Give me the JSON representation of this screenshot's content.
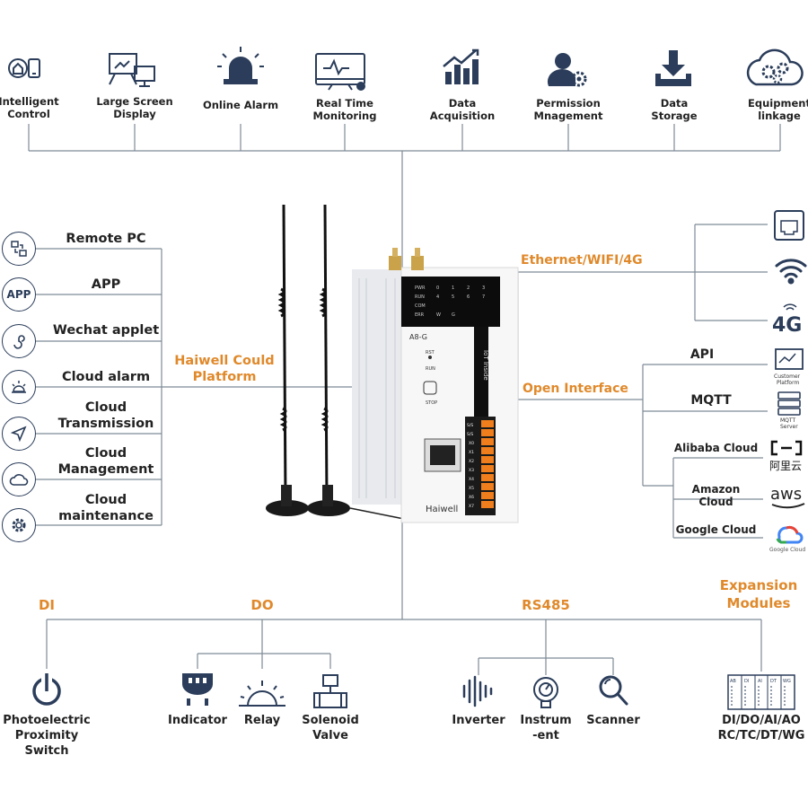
{
  "top_functions": [
    {
      "id": "intelligent-control",
      "line1": "Intelligent",
      "line2": "Control",
      "icon": "smart-home-icon"
    },
    {
      "id": "large-screen-display",
      "line1": "Large Screen",
      "line2": "Display",
      "icon": "monitor-display-icon"
    },
    {
      "id": "online-alarm",
      "line1": "Online Alarm",
      "line2": "",
      "icon": "siren-icon"
    },
    {
      "id": "real-time-monitoring",
      "line1": "Real Time",
      "line2": "Monitoring",
      "icon": "monitoring-screen-icon"
    },
    {
      "id": "data-acquisition",
      "line1": "Data",
      "line2": "Acquisition",
      "icon": "bar-chart-icon"
    },
    {
      "id": "permission-management",
      "line1": "Permission",
      "line2": "Mnagement",
      "icon": "user-gear-icon"
    },
    {
      "id": "data-storage",
      "line1": "Data",
      "line2": "Storage",
      "icon": "download-tray-icon"
    },
    {
      "id": "equipment-linkage",
      "line1": "Equipment",
      "line2": "linkage",
      "icon": "cloud-gears-icon"
    }
  ],
  "platform": {
    "title_line1": "Haiwell Could",
    "title_line2": "Platform",
    "items": [
      {
        "id": "remote-pc",
        "line1": "Remote PC",
        "line2": "",
        "icon": "remote-pc-icon"
      },
      {
        "id": "app",
        "line1": "APP",
        "line2": "",
        "icon": "app-icon",
        "icon_text": "APP"
      },
      {
        "id": "wechat-applet",
        "line1": "Wechat applet",
        "line2": "",
        "icon": "wechat-applet-icon"
      },
      {
        "id": "cloud-alarm",
        "line1": "Cloud alarm",
        "line2": "",
        "icon": "alarm-light-icon"
      },
      {
        "id": "cloud-transmission",
        "line1": "Cloud",
        "line2": "Transmission",
        "icon": "send-arrow-icon"
      },
      {
        "id": "cloud-management",
        "line1": "Cloud",
        "line2": "Management",
        "icon": "cloud-icon"
      },
      {
        "id": "cloud-maintenance",
        "line1": "Cloud",
        "line2": "maintenance",
        "icon": "gear-icon"
      }
    ]
  },
  "device": {
    "model": "A8-G",
    "brand": "Haiwell",
    "side_text": "IoT Inside",
    "leds": [
      "PWR",
      "RUN",
      "COM",
      "ERR"
    ],
    "led_numbers_row1": [
      "0",
      "1",
      "2",
      "3"
    ],
    "led_numbers_row2": [
      "4",
      "5",
      "6",
      "7"
    ],
    "led_err_extra": [
      "W",
      "G"
    ],
    "buttons": [
      "RST",
      "RUN",
      "STOP"
    ],
    "terminals": [
      "S/S",
      "S/S",
      "X0",
      "X1",
      "X2",
      "X3",
      "X4",
      "X5",
      "X6",
      "X7"
    ]
  },
  "connectivity": {
    "title": "Ethernet/WIFI/4G",
    "items": [
      {
        "id": "ethernet",
        "icon": "ethernet-port-icon",
        "text": ""
      },
      {
        "id": "wifi",
        "icon": "wifi-icon",
        "text": ""
      },
      {
        "id": "4g",
        "icon": "4g-icon",
        "text": "4G"
      }
    ]
  },
  "open_interface": {
    "title": "Open Interface",
    "api": {
      "label": "API",
      "icon": "customer-platform-icon",
      "caption_line1": "Customer",
      "caption_line2": "Platform"
    },
    "mqtt": {
      "label": "MQTT",
      "icon": "mqtt-server-icon",
      "caption_line1": "MQTT",
      "caption_line2": "Server"
    },
    "clouds": [
      {
        "label": "Alibaba Cloud",
        "icon": "alibaba-cloud-logo",
        "logo_text": "阿里云"
      },
      {
        "label": "Amazon Cloud",
        "icon": "aws-logo",
        "logo_text": "aws"
      },
      {
        "label": "Google Cloud",
        "icon": "google-cloud-logo",
        "logo_text": "Google Cloud"
      }
    ]
  },
  "bottom": {
    "di_label": "DI",
    "do_label": "DO",
    "rs485_label": "RS485",
    "expansion_line1": "Expansion",
    "expansion_line2": "Modules",
    "devices": [
      {
        "id": "photoelectric-switch",
        "line1": "Photoelectric",
        "line2": "Proximity",
        "line3": "Switch",
        "icon": "power-switch-icon"
      },
      {
        "id": "indicator",
        "line1": "Indicator",
        "line2": "",
        "line3": "",
        "icon": "indicator-lamp-icon"
      },
      {
        "id": "relay",
        "line1": "Relay",
        "line2": "",
        "line3": "",
        "icon": "relay-icon"
      },
      {
        "id": "solenoid-valve",
        "line1": "Solenoid",
        "line2": "Valve",
        "line3": "",
        "icon": "valve-icon"
      },
      {
        "id": "inverter",
        "line1": "Inverter",
        "line2": "",
        "line3": "",
        "icon": "waveform-icon"
      },
      {
        "id": "instrument",
        "line1": "Instrum",
        "line2": "-ent",
        "line3": "",
        "icon": "gauge-icon"
      },
      {
        "id": "scanner",
        "line1": "Scanner",
        "line2": "",
        "line3": "",
        "icon": "magnifier-icon"
      },
      {
        "id": "expansion",
        "line1": "DI/DO/AI/AO",
        "line2": "RC/TC/DT/WG",
        "line3": "",
        "icon": "modules-rack-icon",
        "module_tags": [
          "AB",
          "DI",
          "AI",
          "DT",
          "WG"
        ]
      }
    ]
  },
  "colors": {
    "line": "#7e8a96",
    "icon": "#2b3d5a",
    "orange": "#e0892b",
    "text": "#222222"
  }
}
